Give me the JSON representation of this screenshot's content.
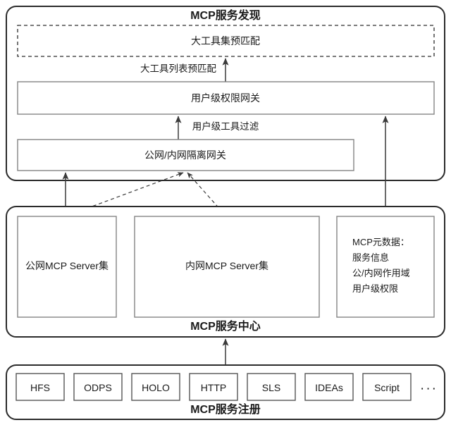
{
  "diagram": {
    "title_discovery": "MCP服务发现",
    "title_center": "MCP服务中心",
    "title_register": "MCP服务注册",
    "discovery": {
      "prematch_box_label": "大工具集预匹配",
      "permission_gateway_label": "用户级权限网关",
      "isolation_gateway_label": "公网/内网隔离网关",
      "edge_label_tool_list": "大工具列表预匹配",
      "edge_label_tool_filter": "用户级工具过滤"
    },
    "center": {
      "public_servers_label": "公网MCP Server集",
      "internal_servers_label": "内网MCP Server集",
      "metadata_lines": [
        "MCP元数据：",
        "服务信息",
        "公/内网作用域",
        "用户级权限"
      ]
    },
    "register": {
      "sources": [
        "HFS",
        "ODPS",
        "HOLO",
        "HTTP",
        "SLS",
        "IDEAs",
        "Script"
      ],
      "ellipsis": "···"
    },
    "colors": {
      "background": "#ffffff",
      "outer_border": "#2b2b2b",
      "inner_border": "#848484",
      "arrow": "#3a3a3a",
      "text": "#1a1a1a"
    }
  }
}
